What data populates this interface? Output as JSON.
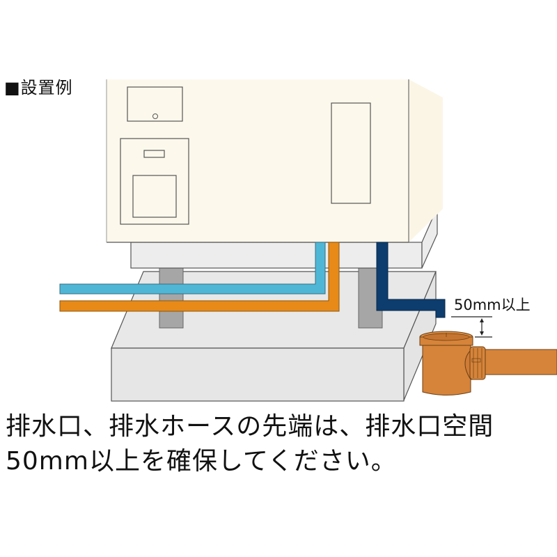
{
  "section_title": "■設置例",
  "gap_label": "50mm以上",
  "caption": {
    "line1": "排水口、排水ホースの先端は、排水口空間",
    "line2": "50mm以上を確保してください。"
  },
  "colors": {
    "appliance_body": "#fcf8ec",
    "appliance_side": "#fbf5e6",
    "base_stand": "#ededed",
    "platform": "#e6e6e6",
    "leg": "#a6a6a6",
    "water_hose_blue": "#4fb6d6",
    "water_hose_orange": "#e88a18",
    "drain_hose_navy": "#0d3d6e",
    "drain_trap": "#d6843a",
    "outline": "#555555"
  },
  "labels": {
    "appliance": "appliance",
    "drain_trap": "drain-trap",
    "water_supply_blue": "water-supply-hose-blue",
    "water_supply_orange": "water-supply-hose-orange",
    "drain_hose": "drain-hose"
  }
}
